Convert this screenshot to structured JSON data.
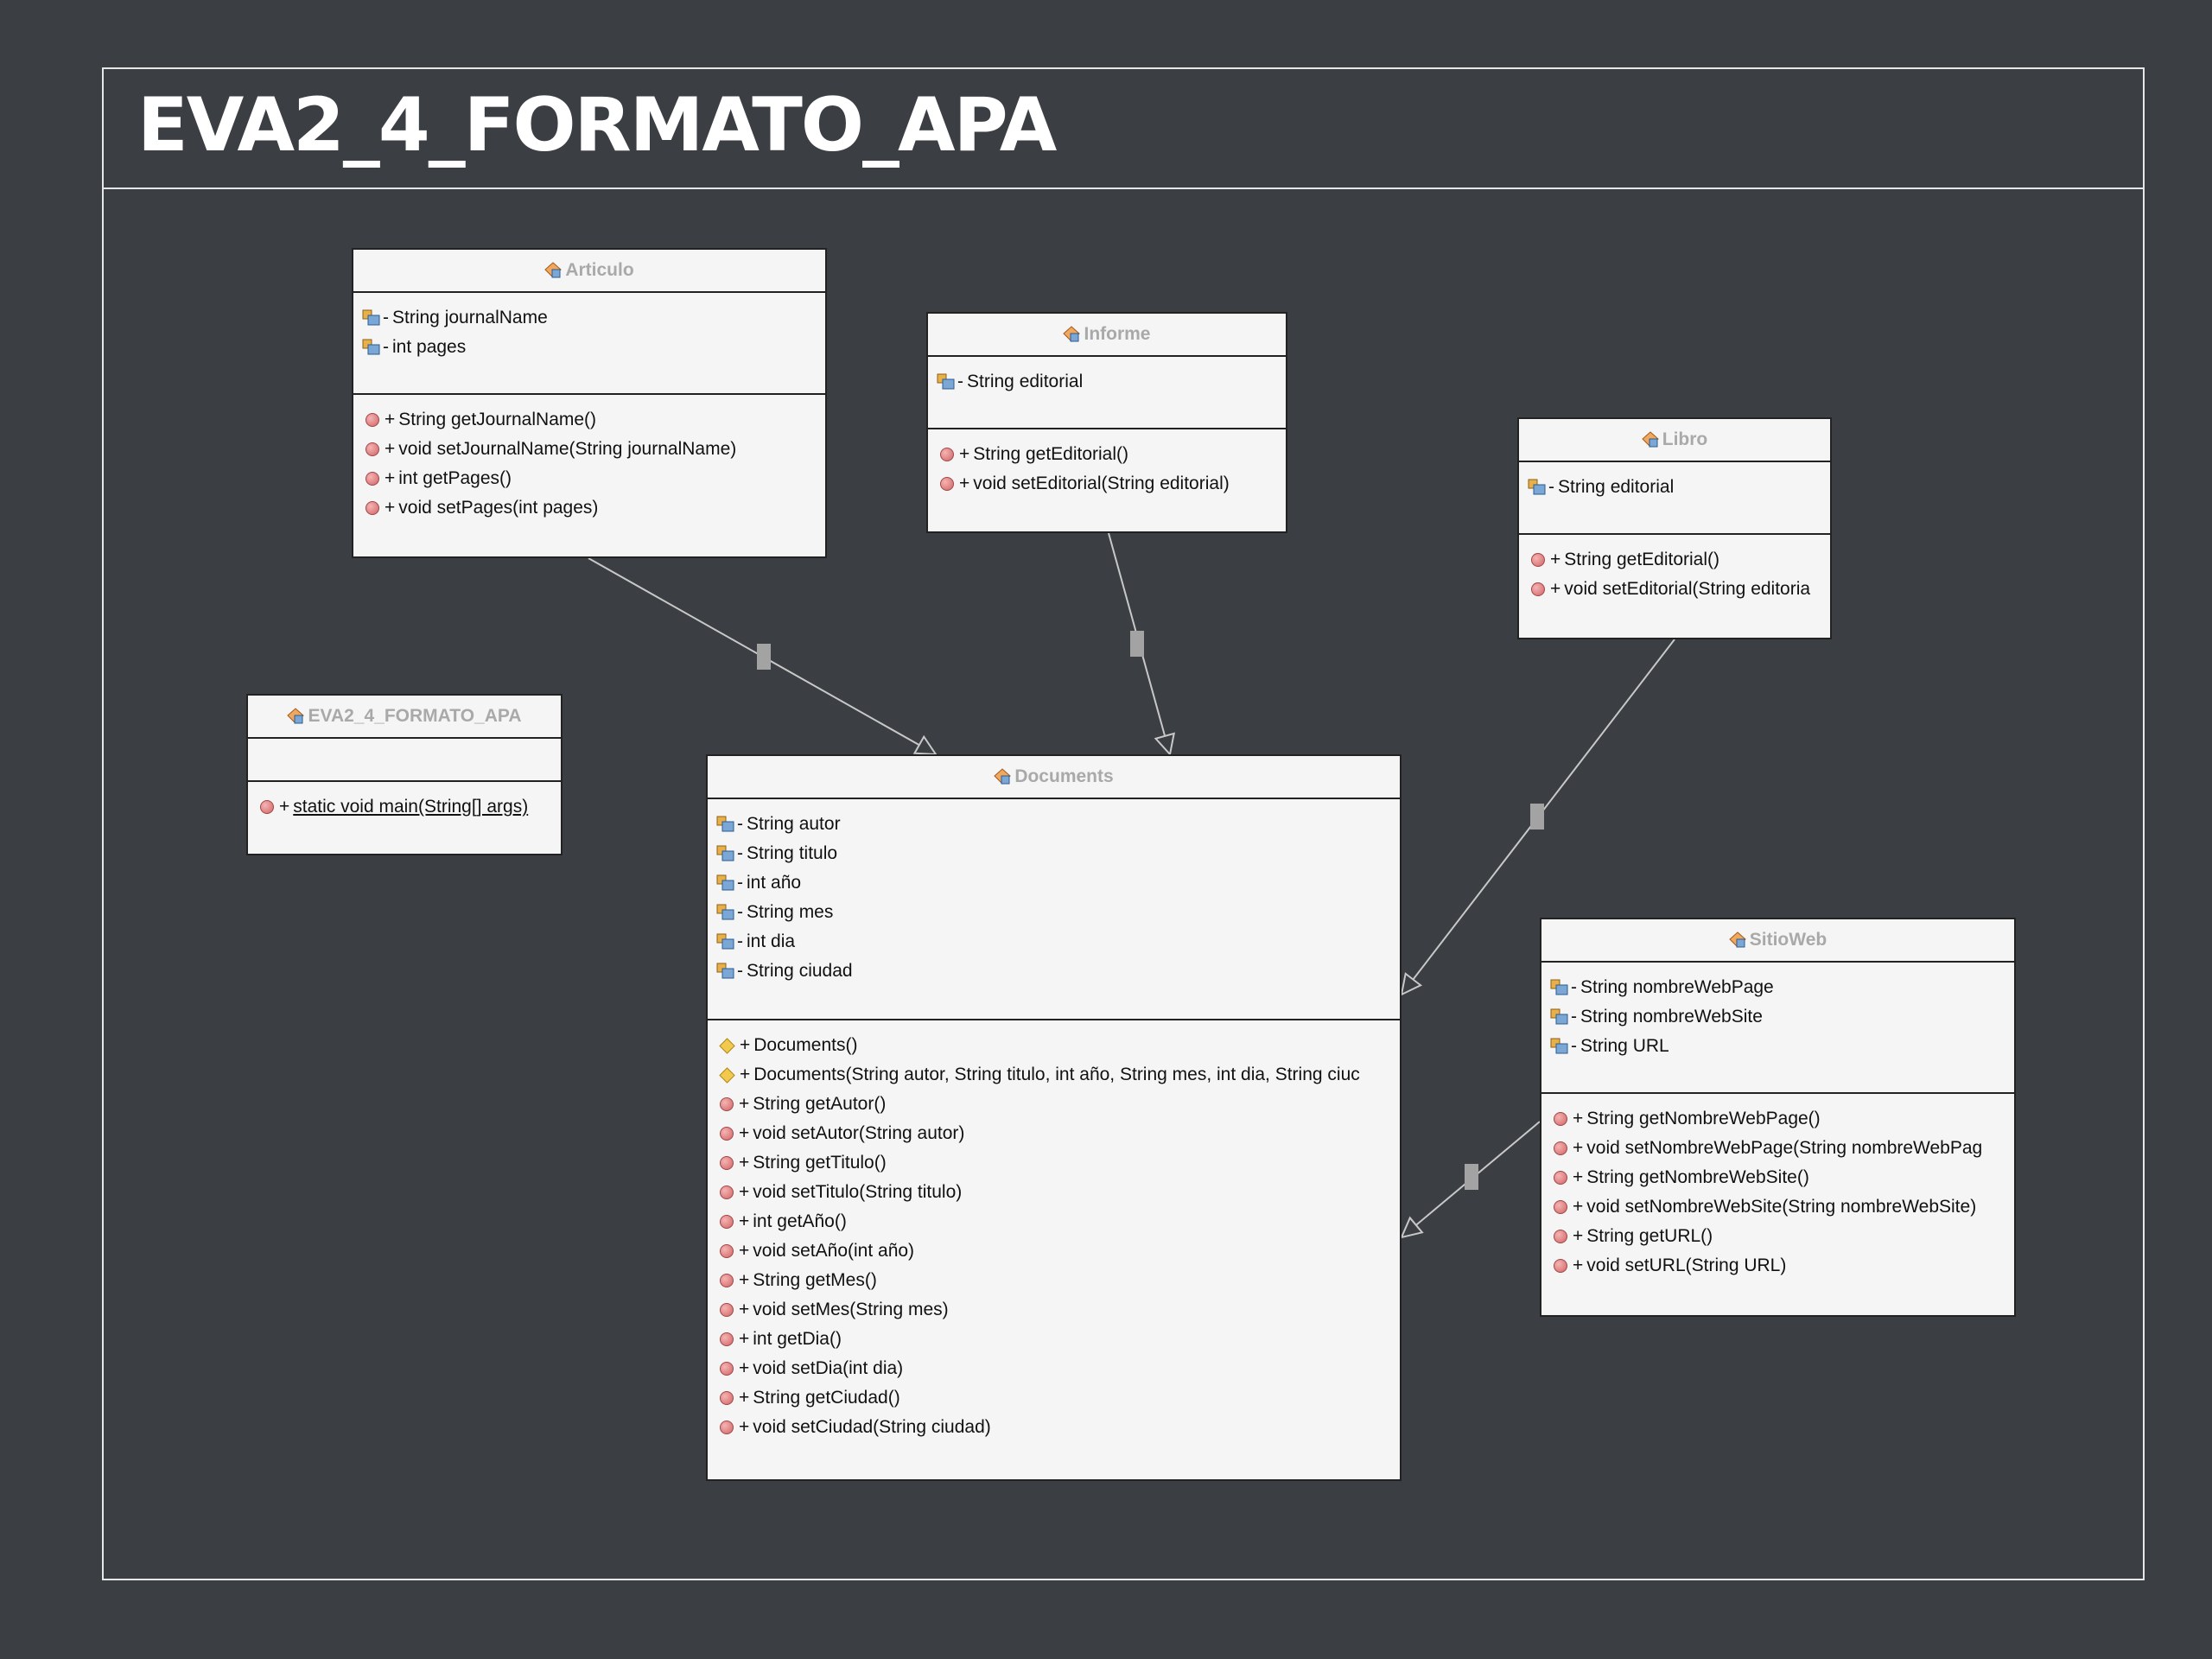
{
  "page": {
    "title": "EVA2_4_FORMATO_APA"
  },
  "classes": {
    "articulo": {
      "name": "Articulo",
      "fields": [
        "String journalName",
        "int pages"
      ],
      "methods": [
        "String getJournalName()",
        "void setJournalName(String journalName)",
        "int getPages()",
        "void setPages(int pages)"
      ]
    },
    "informe": {
      "name": "Informe",
      "fields": [
        "String editorial"
      ],
      "methods": [
        "String getEditorial()",
        "void setEditorial(String editorial)"
      ]
    },
    "libro": {
      "name": "Libro",
      "fields": [
        "String editorial"
      ],
      "methods": [
        "String getEditorial()",
        "void setEditorial(String editoria"
      ]
    },
    "main": {
      "name": "EVA2_4_FORMATO_APA",
      "fields": [],
      "methods": [
        "static void main(String[] args)"
      ]
    },
    "documents": {
      "name": "Documents",
      "fields": [
        "String autor",
        "String titulo",
        "int año",
        "String mes",
        "int dia",
        "String ciudad"
      ],
      "constructors": [
        "Documents()",
        "Documents(String autor, String titulo, int año, String mes, int dia, String ciuc"
      ],
      "methods": [
        "String getAutor()",
        "void setAutor(String autor)",
        "String getTitulo()",
        "void setTitulo(String titulo)",
        "int getAño()",
        "void setAño(int año)",
        "String getMes()",
        "void setMes(String mes)",
        "int getDia()",
        "void setDia(int dia)",
        "String getCiudad()",
        "void setCiudad(String ciudad)"
      ]
    },
    "sitioweb": {
      "name": "SitioWeb",
      "fields": [
        "String nombreWebPage",
        "String nombreWebSite",
        "String URL"
      ],
      "methods": [
        "String getNombreWebPage()",
        "void setNombreWebPage(String nombreWebPag",
        "String getNombreWebSite()",
        "void setNombreWebSite(String nombreWebSite)",
        "String getURL()",
        "void setURL(String URL)"
      ]
    }
  },
  "visibility": {
    "private": "-",
    "public": "+"
  },
  "connectors": [
    {
      "from": "Articulo",
      "to": "Documents",
      "type": "generalization"
    },
    {
      "from": "Informe",
      "to": "Documents",
      "type": "generalization"
    },
    {
      "from": "Libro",
      "to": "Documents",
      "type": "generalization"
    },
    {
      "from": "SitioWeb",
      "to": "Documents",
      "type": "generalization"
    }
  ],
  "colors": {
    "background": "#3b3e42",
    "frame": "#e6e6e6",
    "class_fill": "#f5f5f5",
    "class_name": "#a9a9a9",
    "connector": "#c8c8c8"
  }
}
